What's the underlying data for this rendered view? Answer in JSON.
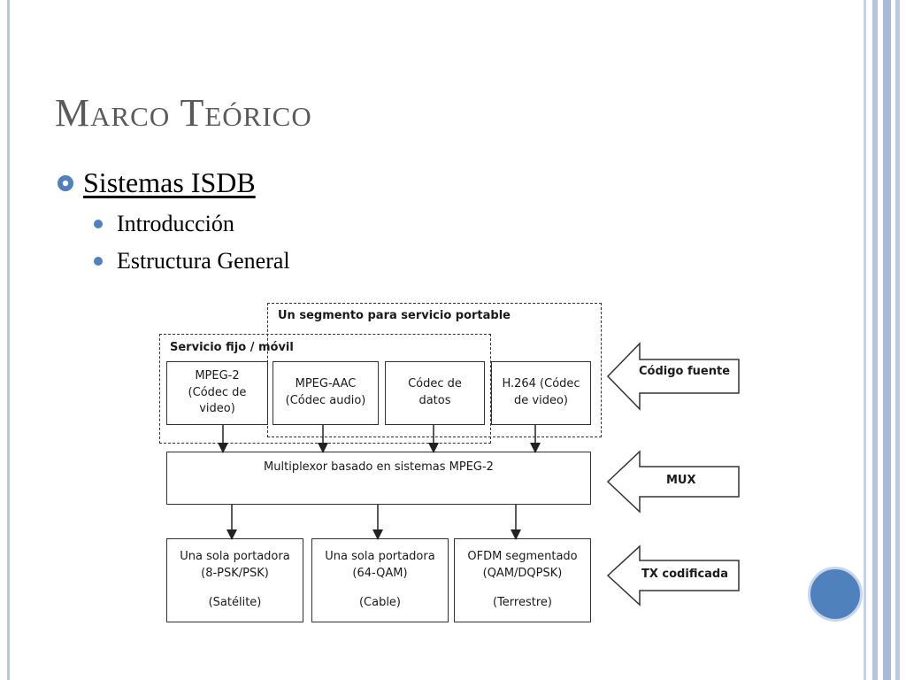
{
  "slide": {
    "title": "Marco Teórico",
    "bullet_l1": "Sistemas ISDB",
    "bullets_l2": [
      "Introducción",
      "Estructura General"
    ]
  },
  "diagram": {
    "groups": {
      "portable": "Un segmento para servicio portable",
      "fixed_mobile": "Servicio fijo / móvil"
    },
    "source_boxes": [
      [
        "MPEG-2",
        "(Códec de",
        "video)"
      ],
      [
        "MPEG-AAC",
        "(Códec audio)"
      ],
      [
        "Códec de",
        "datos"
      ],
      [
        "H.264 (Códec",
        "de video)"
      ]
    ],
    "mux_box": "Multiplexor basado en sistemas MPEG-2",
    "tx_boxes": [
      {
        "lines": [
          "Una sola portadora",
          "(8-PSK/PSK)"
        ],
        "sub": "(Satélite)"
      },
      {
        "lines": [
          "Una sola portadora",
          "(64-QAM)"
        ],
        "sub": "(Cable)"
      },
      {
        "lines": [
          "OFDM segmentado",
          "(QAM/DQPSK)"
        ],
        "sub": "(Terrestre)"
      }
    ],
    "side_arrows": [
      "Código fuente",
      "MUX",
      "TX codificada"
    ]
  },
  "colors": {
    "accent": "#4f81bd",
    "title_gray": "#5a5a5a",
    "frame": "#b6c4df"
  }
}
